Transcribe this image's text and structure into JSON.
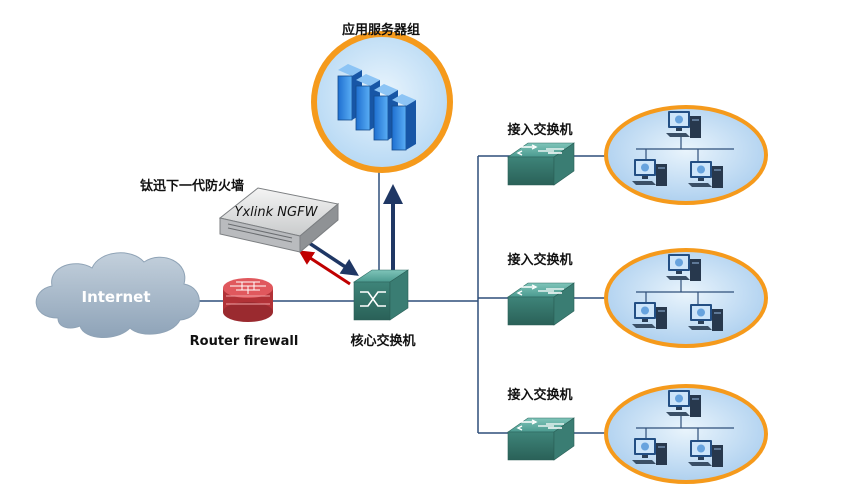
{
  "diagram": {
    "server_group_label": "应用服务器组",
    "firewall_label": "钛迅下一代防火墙",
    "firewall_brand": "Yxlink NGFW",
    "internet_label": "Internet",
    "router_label": "Router firewall",
    "core_switch_label": "核心交换机",
    "access_switches": [
      {
        "label": "接入交换机"
      },
      {
        "label": "接入交换机"
      },
      {
        "label": "接入交换机"
      }
    ]
  },
  "colors": {
    "link_line": "#2f4f7a",
    "arrow_dark": "#1f3764",
    "arrow_red": "#c00000",
    "cloud": "#a9b9c9",
    "switch": "#4f9e94",
    "router": "#d84a4f",
    "ring_orange": "#f59a1c",
    "ring_blue": "#bcd9f2"
  }
}
